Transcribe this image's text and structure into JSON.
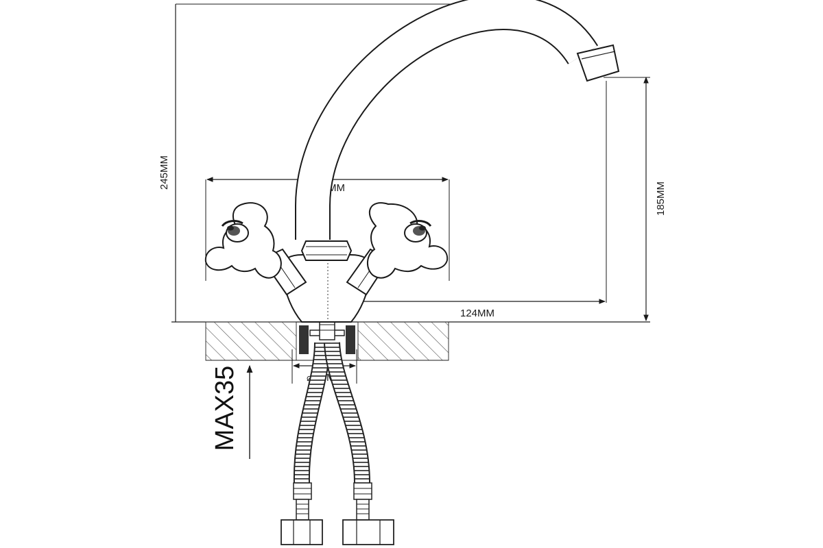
{
  "dimensions": {
    "total_height": "245MM",
    "spout_height": "185MM",
    "handle_spacing": "189MM",
    "spout_reach": "124MM",
    "mount_diameter": "43MM",
    "max_counter_thickness": "MAX35"
  },
  "colors": {
    "line": "#1a1a1a",
    "hatch": "#555555",
    "background": "#ffffff"
  }
}
